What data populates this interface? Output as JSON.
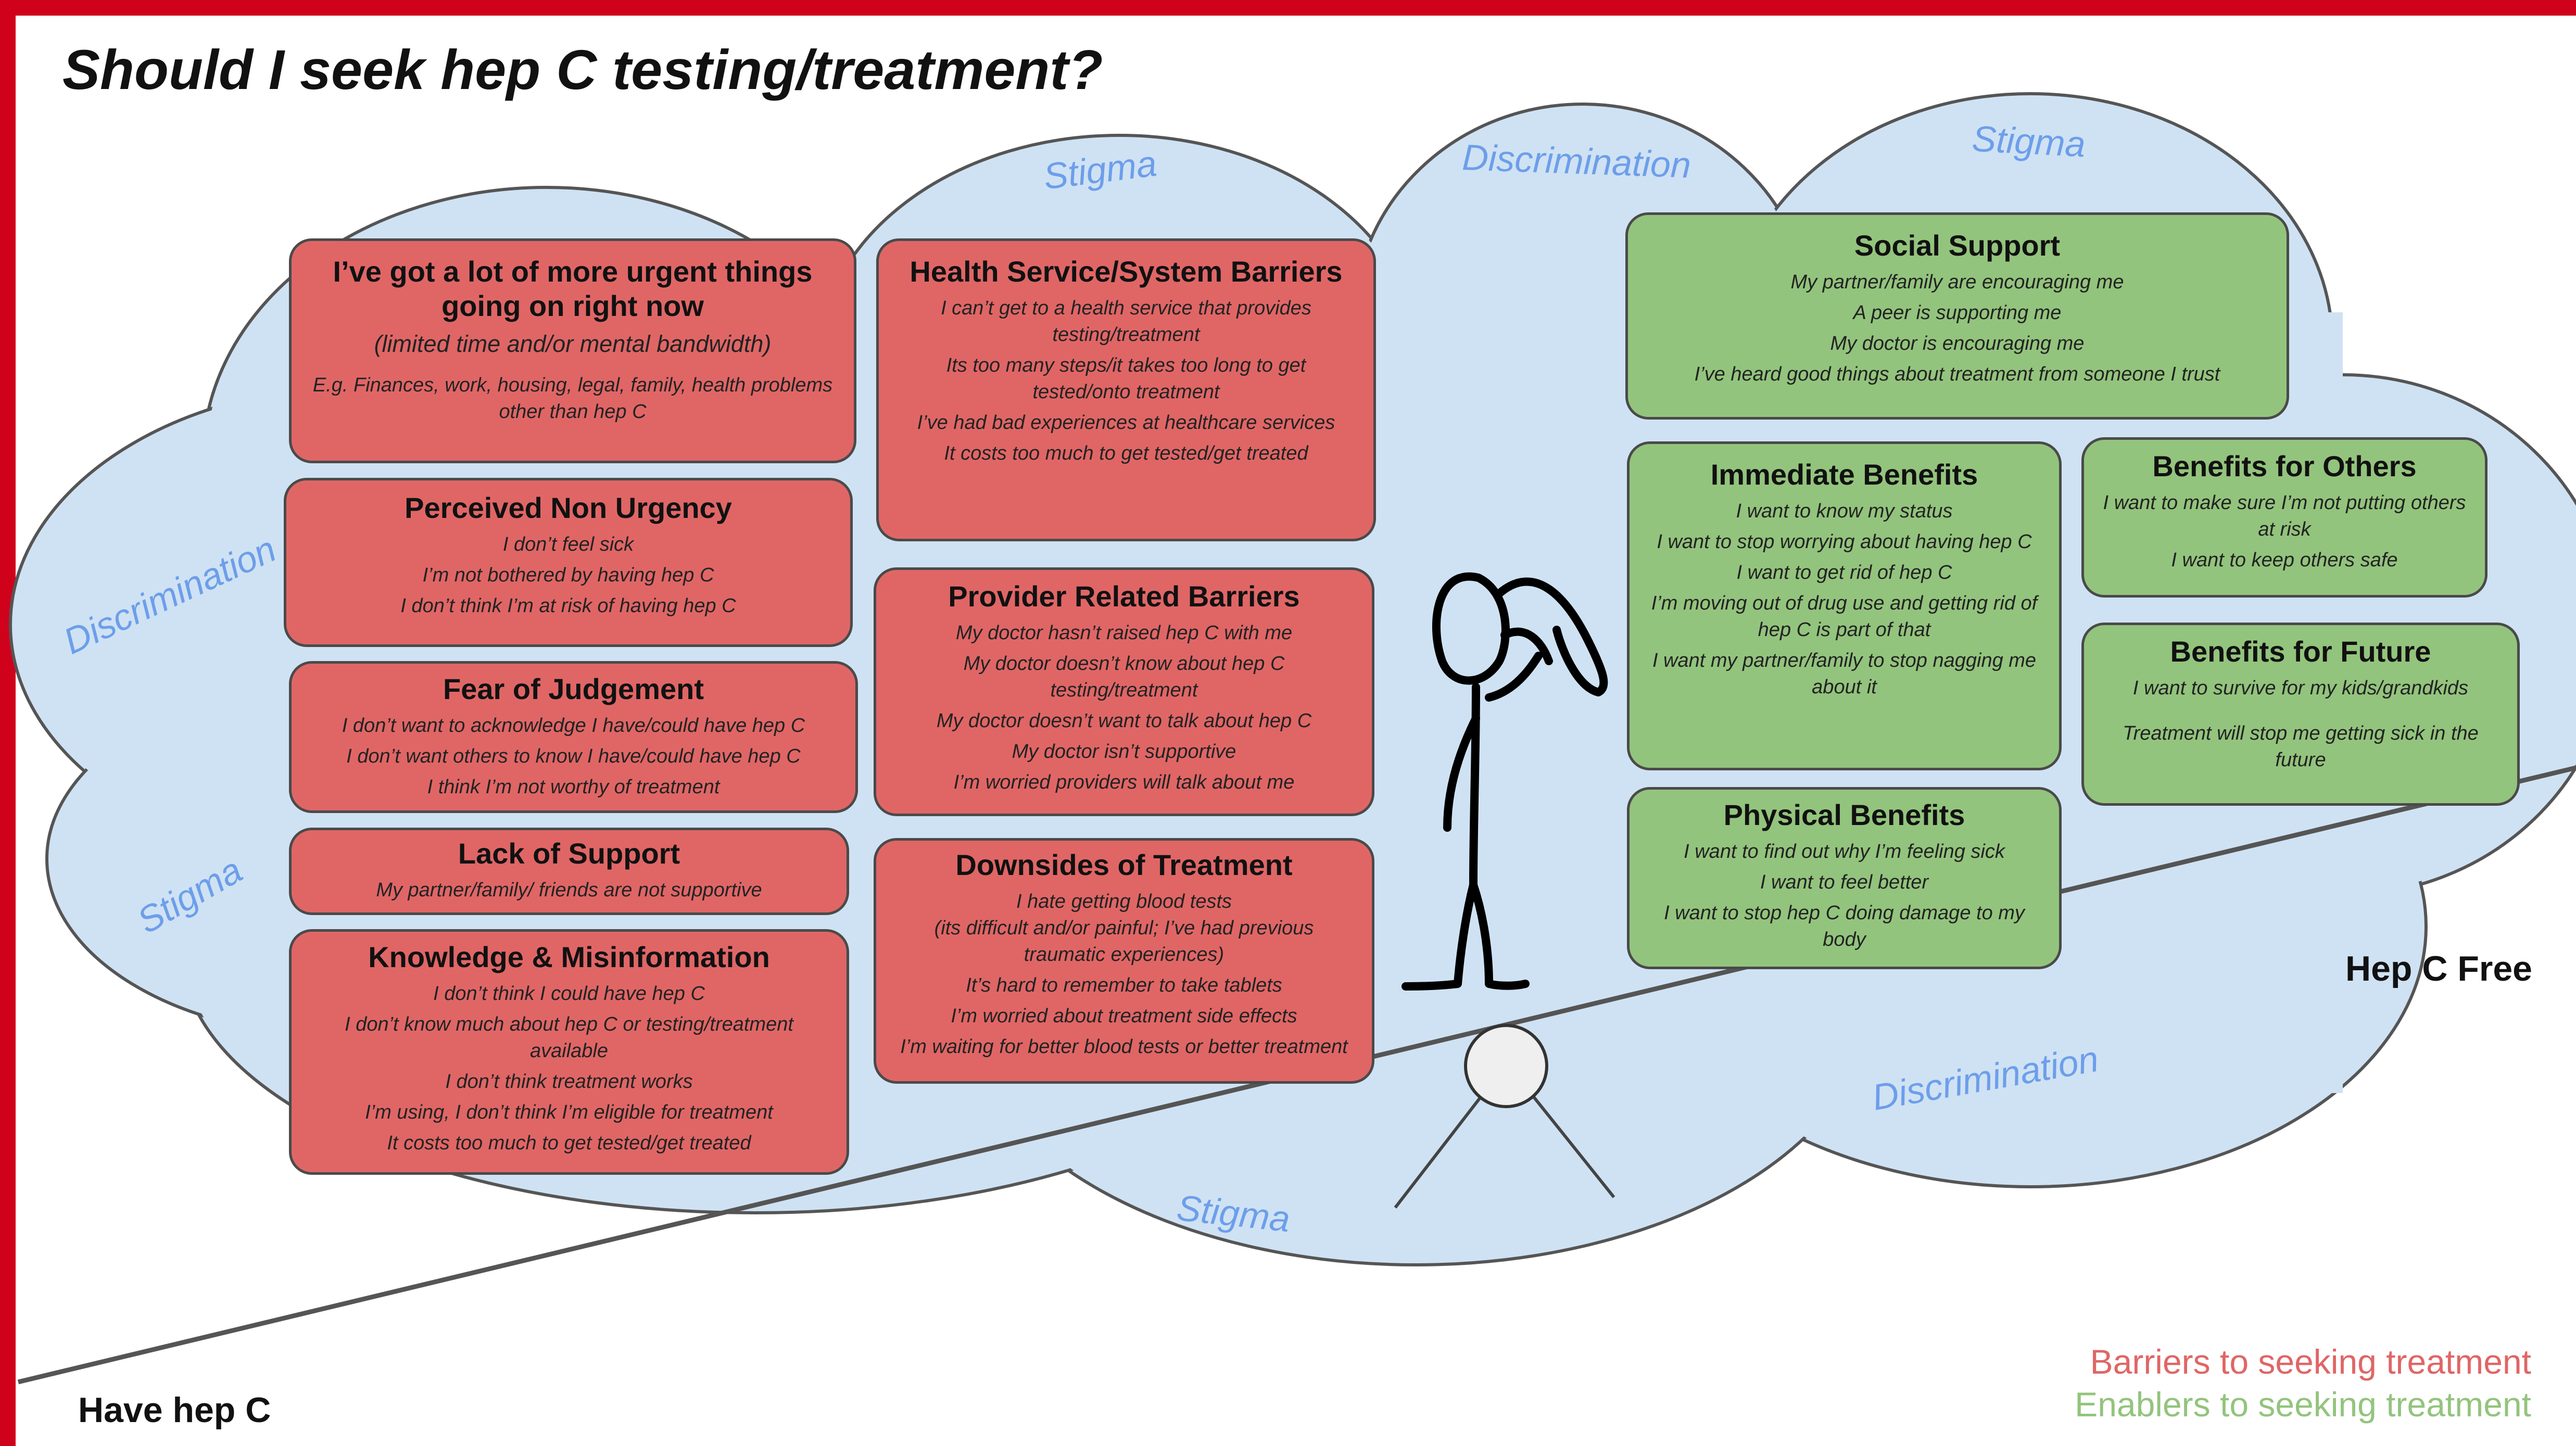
{
  "title": "Should I seek hep C testing/treatment?",
  "colors": {
    "frame": "#d0021b",
    "cloud": "#cfe2f3",
    "barrier_box": "#e06666",
    "enabler_box": "#93c47d",
    "cloud_label": "#6d9eeb",
    "barrier_legend": "#e06666",
    "enabler_legend": "#93c47d"
  },
  "cloud_labels": {
    "stigma_top": "Stigma",
    "discrimination_top": "Discrimination",
    "stigma_top_right": "Stigma",
    "discrimination_left": "Discrimination",
    "stigma_left": "Stigma",
    "stigma_bottom": "Stigma",
    "discrimination_bottom": "Discrimination"
  },
  "barriers": {
    "urgent": {
      "title": "I’ve got a lot of more urgent things going on right now",
      "subtitle": "(limited time and/or mental bandwidth)",
      "items": [
        "E.g. Finances, work, housing, legal,  family, health problems other than hep C"
      ]
    },
    "non_urgency": {
      "title": "Perceived Non Urgency",
      "items": [
        "I don’t feel sick",
        "I’m not bothered by having hep C",
        "I don’t think I’m at risk of having hep C"
      ]
    },
    "judgement": {
      "title": "Fear of Judgement",
      "items": [
        "I don’t want to acknowledge I have/could have hep C",
        "I don’t want others to know I have/could have hep C",
        "I think I’m not worthy of treatment"
      ]
    },
    "support": {
      "title": "Lack of Support",
      "items": [
        "My partner/family/ friends  are not supportive"
      ]
    },
    "knowledge": {
      "title": "Knowledge & Misinformation",
      "items": [
        "I don’t think I could have hep C",
        "I don’t know much about hep C or testing/treatment available",
        "I don’t think treatment works",
        "I’m using, I don’t think I’m eligible for treatment",
        "It costs too much to get tested/get treated"
      ]
    },
    "system": {
      "title": "Health Service/System Barriers",
      "items": [
        "I can’t get to a health service that provides testing/treatment",
        "Its too many steps/it takes too long to get tested/onto treatment",
        "I’ve had bad experiences at healthcare services",
        "It costs too much to get tested/get treated"
      ]
    },
    "provider": {
      "title": "Provider Related Barriers",
      "items": [
        "My doctor hasn’t raised hep C with me",
        "My doctor doesn’t know about hep C testing/treatment",
        "My doctor doesn’t want to talk about hep C",
        "My doctor isn’t supportive",
        "I’m worried providers will talk about me"
      ]
    },
    "downsides": {
      "title": "Downsides of Treatment",
      "items": [
        "I hate getting blood tests",
        "(its difficult and/or painful; I’ve had previous traumatic experiences)",
        "It’s hard to remember to take tablets",
        "I’m worried about treatment side effects",
        "I’m waiting for better blood tests or better treatment"
      ]
    }
  },
  "enablers": {
    "social": {
      "title": "Social Support",
      "items": [
        "My partner/family are encouraging me",
        "A peer is supporting me",
        "My doctor is encouraging me",
        "I’ve heard good things about treatment from someone I trust"
      ]
    },
    "immediate": {
      "title": "Immediate Benefits",
      "items": [
        "I want to know my status",
        "I want to stop worrying about having hep C",
        "I want to get rid of hep C",
        "I’m moving out of drug use and getting rid of hep C is part of that",
        "I want my partner/family to stop nagging me about it"
      ]
    },
    "others": {
      "title": "Benefits for Others",
      "items": [
        "I want to make sure I’m not putting others at risk",
        "I want to keep others safe"
      ]
    },
    "future": {
      "title": "Benefits for Future",
      "items": [
        "I want to survive for my kids/grandkids",
        "Treatment will stop me getting sick in the future"
      ]
    },
    "physical": {
      "title": "Physical Benefits",
      "items": [
        "I  want to find out why I’m feeling sick",
        "I want to feel better",
        "I want to stop hep C doing damage to my body"
      ]
    }
  },
  "scale_labels": {
    "low": "Have hep C",
    "high": "Hep C Free"
  },
  "legend": {
    "barriers": "Barriers to seeking treatment",
    "enablers": "Enablers to seeking treatment"
  }
}
